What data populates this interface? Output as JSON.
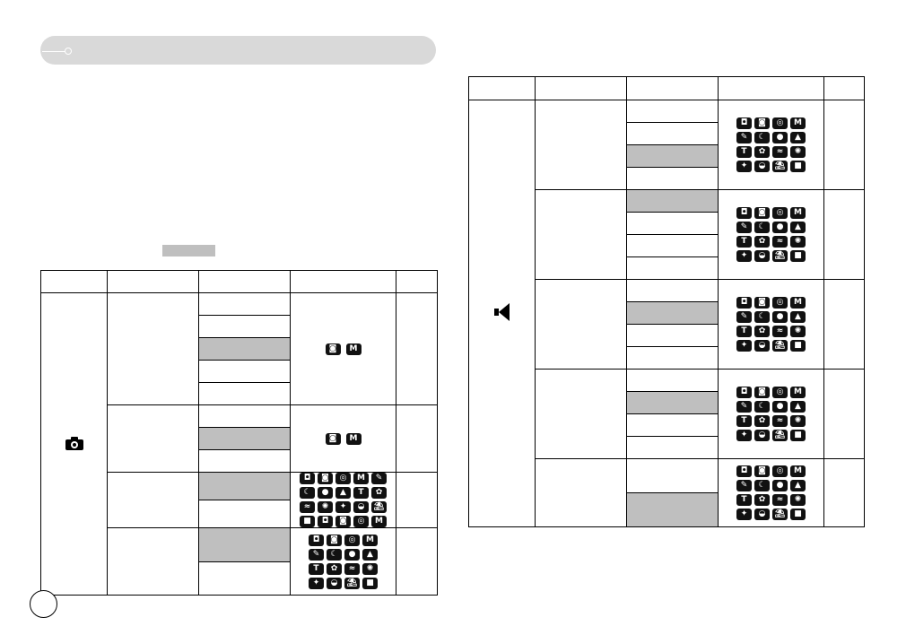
{
  "header": {
    "title": ""
  },
  "chip_color": "#bfbfbf",
  "icons": {
    "grid_full": [
      "cam",
      "cam2",
      "dual-is",
      "M",
      "brush",
      "moon",
      "portrait",
      "mountain",
      "text",
      "flower",
      "fish",
      "firework",
      "party",
      "sunset",
      "beach",
      "video"
    ],
    "grid_20": [
      "cam",
      "cam2",
      "dual-is",
      "M",
      "brush",
      "moon",
      "portrait",
      "mountain",
      "T",
      "flower",
      "fish",
      "firework",
      "party",
      "sunset",
      "beach",
      "video",
      "cam",
      "cam2",
      "dual-is",
      "M"
    ],
    "pair": [
      "cam2",
      "M"
    ]
  },
  "glyphs": {
    "cam": "◘",
    "cam2": "◙",
    "dual-is": "◎",
    "M": "M",
    "brush": "✎",
    "moon": "☾",
    "portrait": "●",
    "mountain": "▲",
    "text": "T",
    "T": "T",
    "flower": "✿",
    "fish": "≈",
    "firework": "✺",
    "party": "✦",
    "sunset": "◒",
    "beach": "⛱",
    "video": "■"
  }
}
